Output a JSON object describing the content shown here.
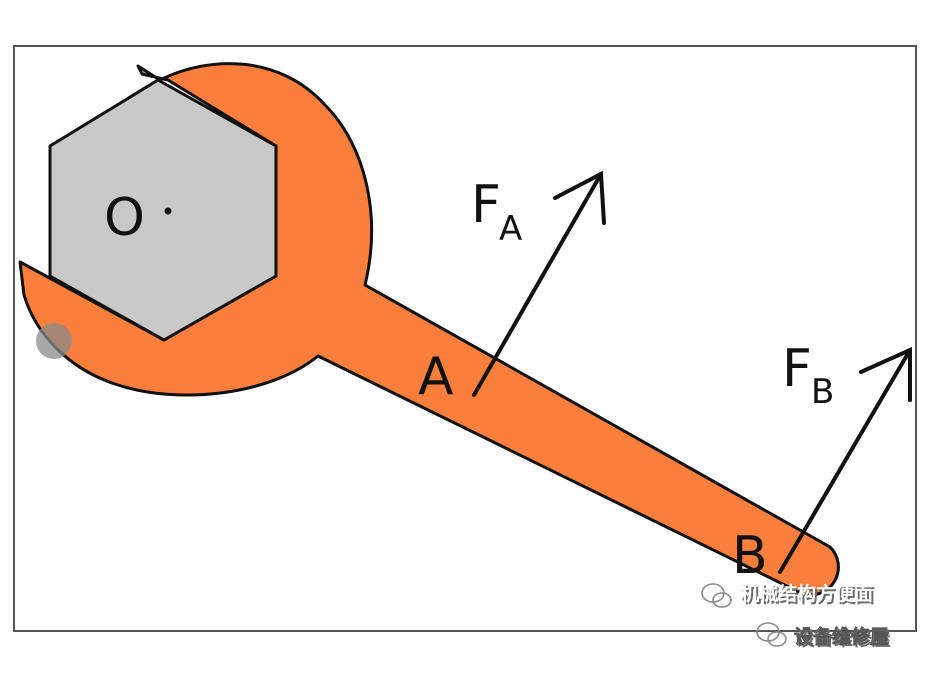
{
  "labels": {
    "pivot": "O",
    "point_a": "A",
    "point_b": "B",
    "force_a_main": "F",
    "force_a_sub": "A",
    "force_b_main": "F",
    "force_b_sub": "B"
  },
  "watermark": {
    "line1": "机械结构方便面",
    "line2": "设备维修屋"
  },
  "colors": {
    "wrench": "#fa7f3c",
    "nut": "#c8c8c8",
    "outline": "#111111",
    "frame": "#555555",
    "background": "#ffffff"
  },
  "icons": {
    "watermark_icon": "wechat-icon",
    "pointer_dot": "pointer-dot-icon"
  }
}
